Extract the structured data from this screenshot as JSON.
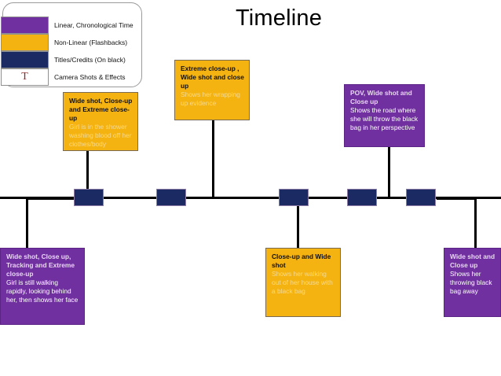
{
  "title": "Timeline",
  "colors": {
    "linear": "#7030a0",
    "nonlinear": "#f5b311",
    "titles": "#1b2a63",
    "effects_letter": "#8c2d2d",
    "connector": "#000000"
  },
  "legend": {
    "items": [
      {
        "swatch": "purple-swatch",
        "label": "Linear, Chronological Time",
        "color": "#7030a0",
        "glyph": ""
      },
      {
        "swatch": "yellow-swatch",
        "label": "Non-Linear (Flashbacks)",
        "color": "#f5b311",
        "glyph": ""
      },
      {
        "swatch": "navy-swatch",
        "label": "Titles/Credits (On black)",
        "color": "#1b2a63",
        "glyph": ""
      },
      {
        "swatch": "letter-t-swatch",
        "label": "Camera Shots & Effects",
        "color": "#ffffff",
        "glyph": "T"
      }
    ]
  },
  "nodes": [
    {
      "name": "timeline-node-1"
    },
    {
      "name": "timeline-node-2"
    },
    {
      "name": "timeline-node-3"
    },
    {
      "name": "timeline-node-4"
    },
    {
      "name": "timeline-node-5"
    }
  ],
  "callouts": [
    {
      "id": "callout-shower",
      "type": "nonlinear",
      "heading": "Wide shot, Close-up and Extreme close-up",
      "body": "Girl is in the shower washing blood off her clothes/body"
    },
    {
      "id": "callout-evidence",
      "type": "nonlinear",
      "heading": "Extreme close-up , Wide shot and close up",
      "body": "Shows her wrapping up evidence"
    },
    {
      "id": "callout-pov-road",
      "type": "linear",
      "heading": "POV, Wide shot and Close up",
      "body": "Shows the road where she will throw the black bag in her perspective"
    },
    {
      "id": "callout-walking",
      "type": "linear",
      "heading": "Wide shot,  Close up, Tracking and Extreme close-up",
      "body": "Girl is still walking rapidly, looking behind her, then shows her face"
    },
    {
      "id": "callout-leaving-house",
      "type": "nonlinear",
      "heading": "Close-up and Wide shot",
      "body": "Shows her walking out of her house with a black bag"
    },
    {
      "id": "callout-throwing-bag",
      "type": "linear",
      "heading": "Wide shot and Close up",
      "body": "Shows her throwing black bag away"
    }
  ]
}
